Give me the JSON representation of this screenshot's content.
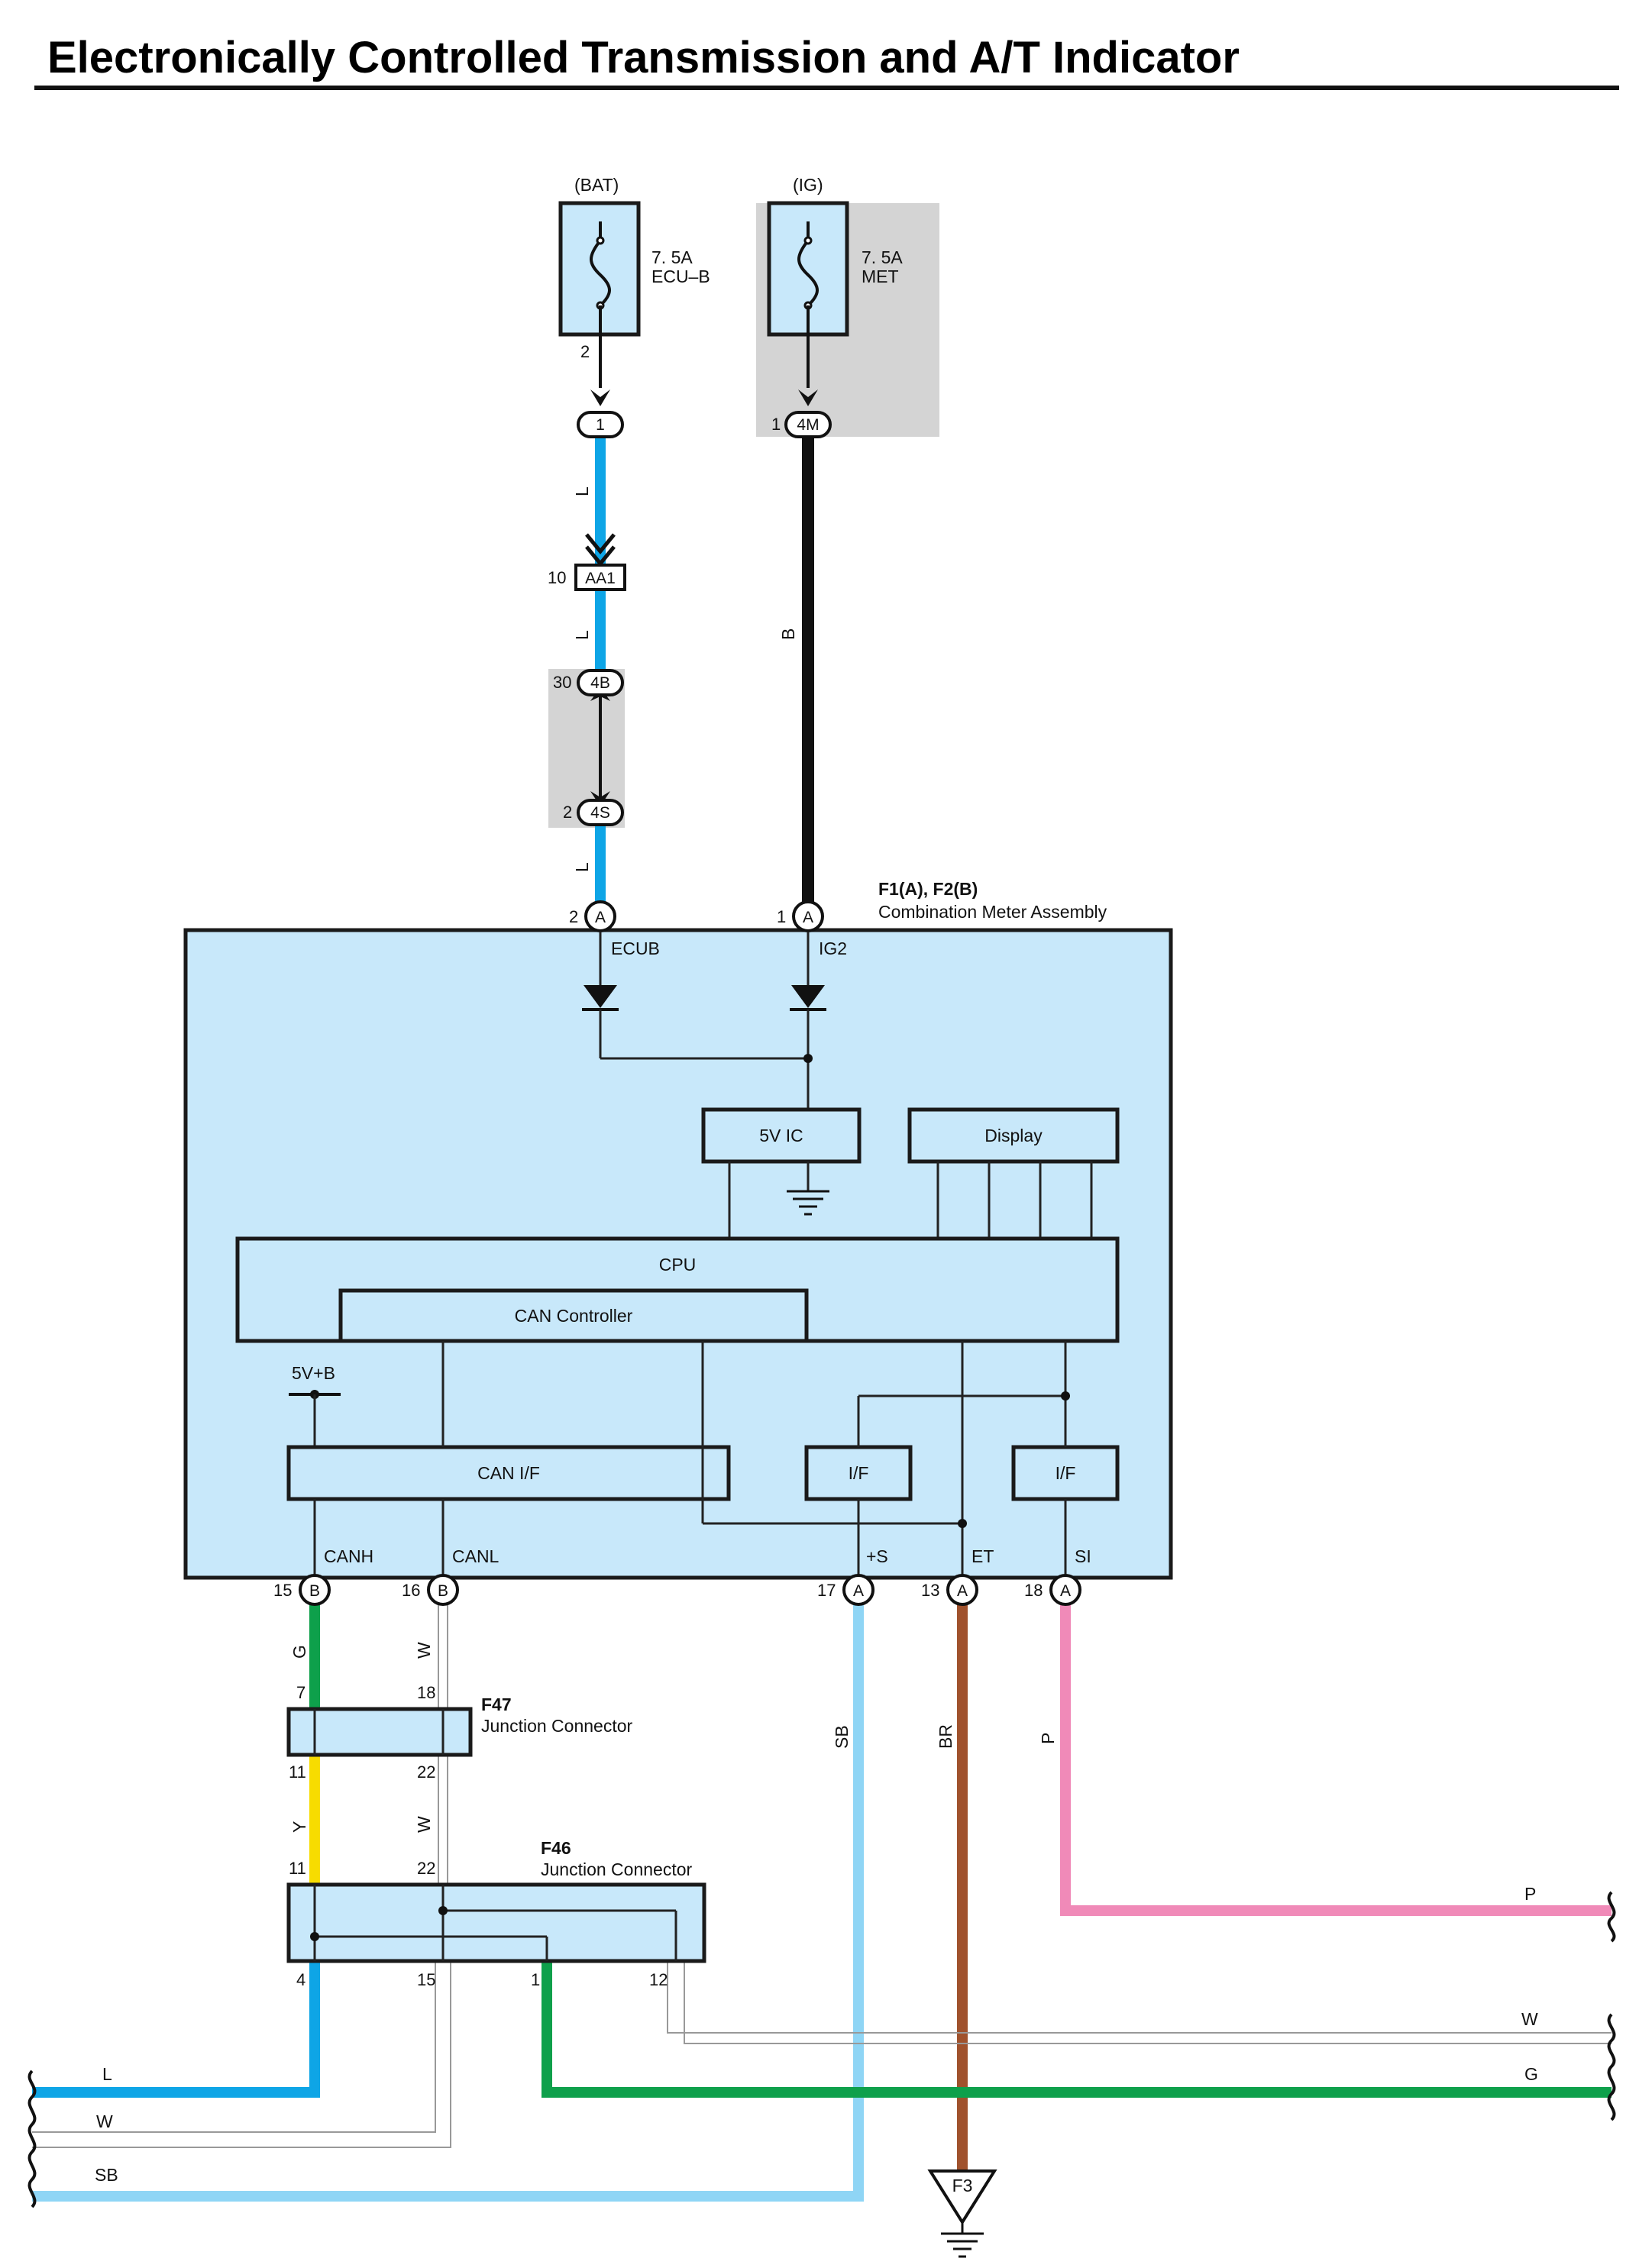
{
  "title": "Electronically Controlled Transmission and A/T Indicator",
  "colors": {
    "L": "#0ea5e6",
    "B": "#111111",
    "SB": "#8fd5f5",
    "BR": "#a0522d",
    "P": "#f08ab8",
    "G": "#0ea04b",
    "Y": "#f7dc00",
    "W": "#aaaaaa",
    "component_fill": "#c8e8fa",
    "shade": "#d4d4d4"
  },
  "fuses": {
    "bat": {
      "source": "(BAT)",
      "rating": "7. 5A",
      "name": "ECU–B",
      "pin": "2"
    },
    "ig": {
      "source": "(IG)",
      "rating": "7. 5A",
      "name": "MET"
    }
  },
  "connectors": {
    "c1": {
      "id": "1"
    },
    "c4m": {
      "id": "4M",
      "pin": "1"
    },
    "aa1": {
      "id": "AA1",
      "pin": "10"
    },
    "c4b": {
      "id": "4B",
      "pin": "30"
    },
    "c4s": {
      "id": "4S",
      "pin": "2"
    }
  },
  "wire_labels": {
    "l1": "L",
    "l2": "L",
    "l3": "L",
    "b": "B",
    "g": "G",
    "w1": "W",
    "y": "Y",
    "w2": "W",
    "sb": "SB",
    "br": "BR",
    "p": "P",
    "out_p": "P",
    "out_w": "W",
    "out_g": "G",
    "in_l": "L",
    "in_w": "W",
    "in_sb": "SB"
  },
  "meter": {
    "ref": "F1(A), F2(B)",
    "name": "Combination Meter Assembly",
    "ecub_pin": "2",
    "ecub_conn": "A",
    "ecub_label": "ECUB",
    "ig2_pin": "1",
    "ig2_conn": "A",
    "ig2_label": "IG2",
    "ic_label": "5V IC",
    "display_label": "Display",
    "cpu_label": "CPU",
    "can_controller_label": "CAN Controller",
    "vb_label": "5V+B",
    "can_if_label": "CAN I/F",
    "if1_label": "I/F",
    "if2_label": "I/F",
    "pins": [
      {
        "num": "15",
        "conn": "B",
        "label": "CANH"
      },
      {
        "num": "16",
        "conn": "B",
        "label": "CANL"
      },
      {
        "num": "17",
        "conn": "A",
        "label": "+S"
      },
      {
        "num": "13",
        "conn": "A",
        "label": "ET"
      },
      {
        "num": "18",
        "conn": "A",
        "label": "SI"
      }
    ]
  },
  "f47": {
    "ref": "F47",
    "name": "Junction Connector",
    "pin_tl": "7",
    "pin_tr": "18",
    "pin_bl": "11",
    "pin_br": "22"
  },
  "f46": {
    "ref": "F46",
    "name": "Junction Connector",
    "pin_tl": "11",
    "pin_tr": "22",
    "pin_b1": "4",
    "pin_b2": "15",
    "pin_b3": "1",
    "pin_b4": "12"
  },
  "ground": {
    "id": "F3"
  }
}
